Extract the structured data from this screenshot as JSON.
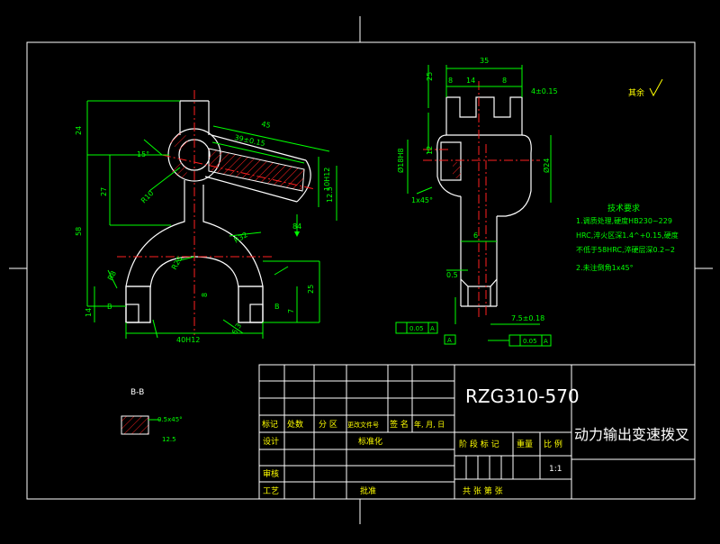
{
  "colors": {
    "background": "#000000",
    "border": "#ffffff",
    "outline": "#ffffff",
    "dimension": "#00ff00",
    "centerline": "#ff2020",
    "hatch": "#ff2020",
    "callout": "#00ff00"
  },
  "front_view": {
    "dims": {
      "d45": "45",
      "d39": "39±0.15",
      "d15": "15°",
      "d24": "24",
      "d27": "27",
      "d58": "58",
      "d14": "14",
      "d8": "8",
      "d25": "25",
      "d7": "7",
      "d40": "40H12",
      "d10": "10H12",
      "d84": "84",
      "dR32": "R32",
      "dR25": "R25",
      "dR10": "R10",
      "dR8": "R8",
      "d12_5": "12.5",
      "d6_3": "6.3",
      "dB": "B"
    }
  },
  "side_view": {
    "dims": {
      "d35": "35",
      "d8a": "8",
      "d14": "14",
      "d8b": "8",
      "d4": "4±0.15",
      "d25": "25",
      "d12": "12",
      "d18": "Ø18H8",
      "d24": "Ø24",
      "d6": "6",
      "d0_5": "0.5",
      "d1x45": "1x45°",
      "d7_5": "7.5±0.18",
      "tol1": "0.05",
      "tolA": "A",
      "datumA": "A"
    }
  },
  "roughness": {
    "label": "其余"
  },
  "tech_requirements": {
    "title": "技术要求",
    "lines": [
      "1.调质处理,硬度HB230~229",
      "HRC,淬火区深1.4^+0.15,硬度",
      "不低于58HRC,淬硬层深0.2~2",
      "2.未注倒角1x45°"
    ]
  },
  "section_view": {
    "label": "B-B",
    "dims": {
      "chamfer": "0.5x45°",
      "width": "12.5"
    }
  },
  "title_block": {
    "drawing_number": "RZG310-570",
    "part_name": "动力输出变速拨叉",
    "headers": [
      "标记",
      "处数",
      "分 区",
      "更改文件号",
      "签 名",
      "年, 月, 日"
    ],
    "design": "设计",
    "standardize": "标准化",
    "review": "审核",
    "process": "工艺",
    "approve": "批准",
    "stage_label": "阶 段 标 记",
    "weight_label": "重量",
    "scale_label": "比 例",
    "scale_value": "1:1",
    "sheets_label": "共      张  第      张"
  }
}
